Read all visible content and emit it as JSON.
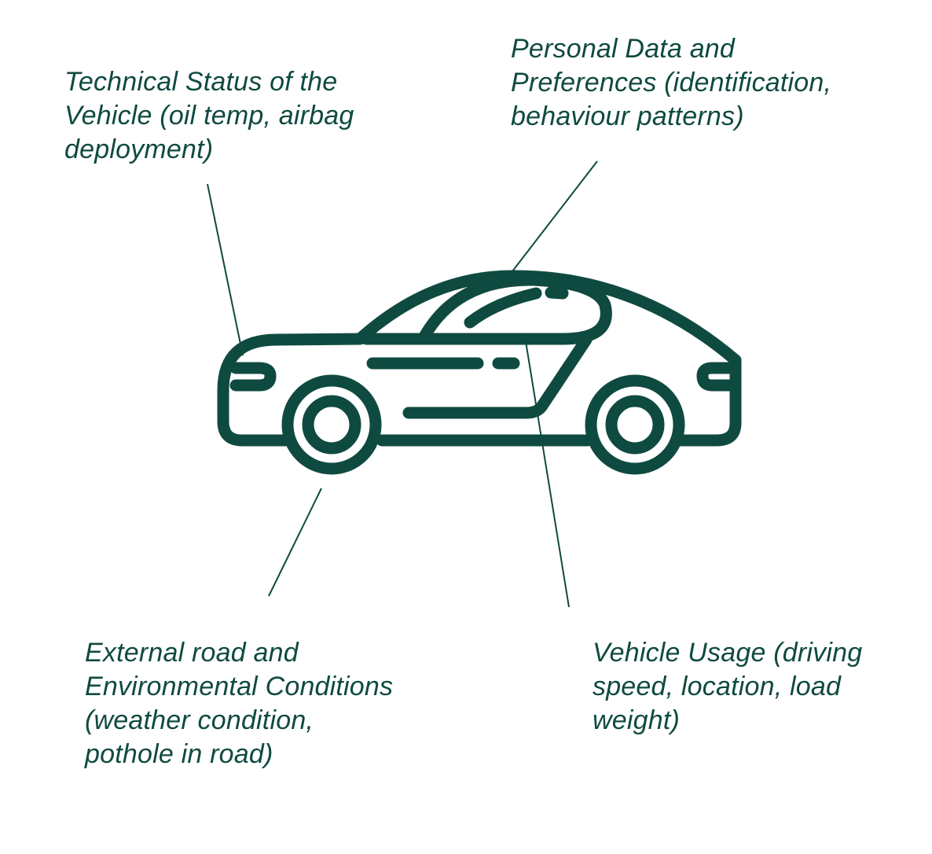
{
  "colors": {
    "ink": "#0f4a40",
    "background": "#ffffff"
  },
  "labels": {
    "technical": [
      "Technical Status of the",
      "Vehicle (oil temp, airbag",
      "deployment)"
    ],
    "personal": [
      "Personal Data and",
      "Preferences (identification,",
      "behaviour patterns)"
    ],
    "external": [
      "External road and",
      "Environmental Conditions",
      "(weather condition,",
      "pothole in road)"
    ],
    "usage": [
      "Vehicle Usage (driving",
      "speed, location, load",
      "weight)"
    ]
  },
  "icons": {
    "center": "car-icon"
  }
}
